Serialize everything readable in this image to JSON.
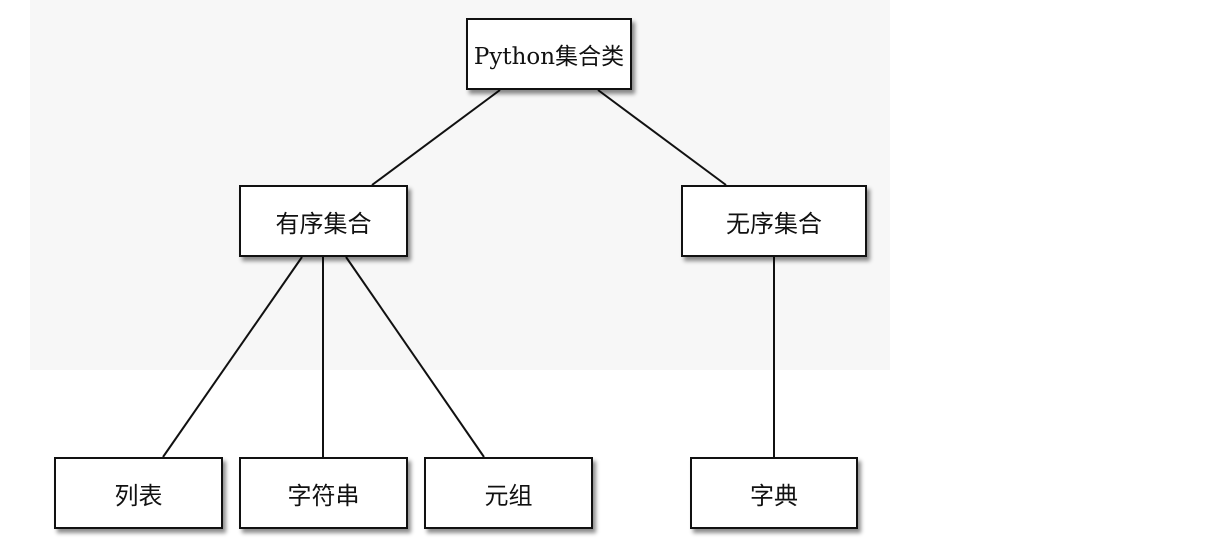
{
  "diagram": {
    "nodes": {
      "root": "Python集合类",
      "ordered": "有序集合",
      "unordered": "无序集合",
      "list": "列表",
      "string": "字符串",
      "tuple": "元组",
      "dict": "字典"
    },
    "edges": [
      [
        "root",
        "ordered"
      ],
      [
        "root",
        "unordered"
      ],
      [
        "ordered",
        "list"
      ],
      [
        "ordered",
        "string"
      ],
      [
        "ordered",
        "tuple"
      ],
      [
        "unordered",
        "dict"
      ]
    ],
    "colors": {
      "line": "#111111",
      "box_border": "#111111",
      "box_fill": "#ffffff",
      "panel_bg": "#f7f7f7"
    }
  }
}
